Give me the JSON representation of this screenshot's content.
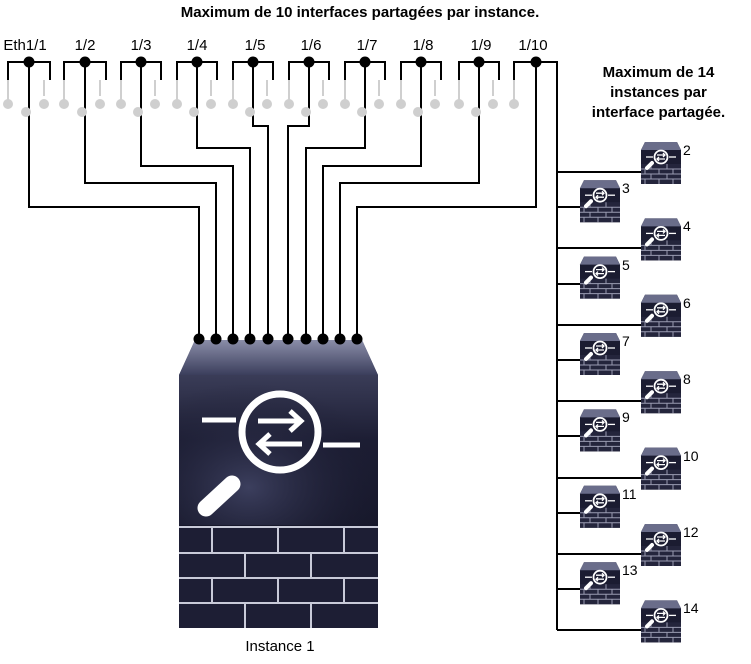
{
  "title": "Maximum de 10 interfaces partagées par instance.",
  "side_caption": [
    "Maximum de 14",
    "instances par",
    "interface partagée."
  ],
  "instance_caption": "Instance 1",
  "ports": [
    "Eth1/1",
    "1/2",
    "1/3",
    "1/4",
    "1/5",
    "1/6",
    "1/7",
    "1/8",
    "1/9",
    "1/10"
  ],
  "instances": [
    "2",
    "3",
    "4",
    "5",
    "6",
    "7",
    "8",
    "9",
    "10",
    "11",
    "12",
    "13",
    "14"
  ],
  "colors": {
    "line": "#000000",
    "ghost": "#cfcfcf",
    "device_dark": "#151628",
    "device_mid": "#3a3d5a"
  }
}
